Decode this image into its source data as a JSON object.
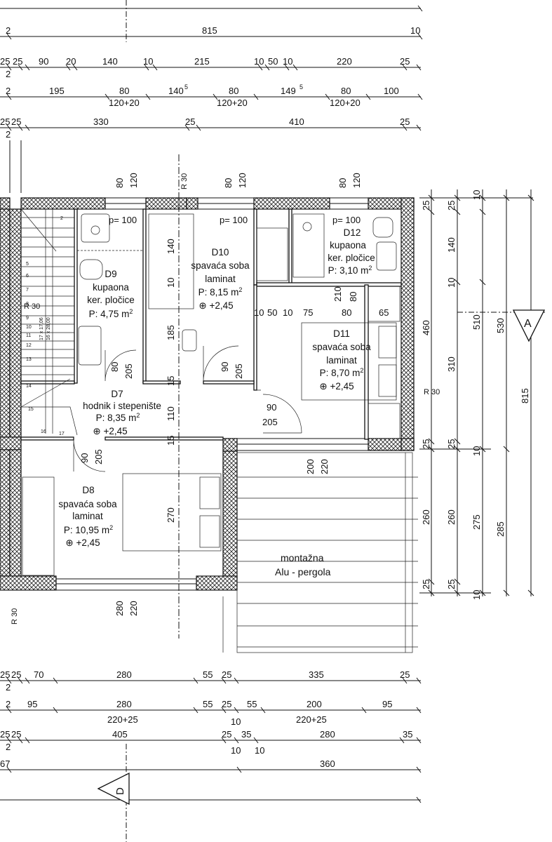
{
  "dimension_rows_top": {
    "row1": [
      "2",
      "815",
      "10"
    ],
    "row2": [
      "25",
      "25",
      "90",
      "20",
      "140",
      "10",
      "215",
      "10",
      "50",
      "10",
      "220",
      "25",
      "2"
    ],
    "row3": [
      "2",
      "195",
      "80",
      "140",
      "5",
      "80",
      "149",
      "5",
      "80",
      "100",
      "120+20",
      "120+20",
      "120+20"
    ],
    "row4": [
      "25",
      "25",
      "330",
      "25",
      "410",
      "25",
      "2"
    ]
  },
  "dimension_rows_bottom": {
    "row1": [
      "25",
      "25",
      "70",
      "280",
      "55",
      "25",
      "335",
      "25",
      "2"
    ],
    "row2": [
      "2",
      "95",
      "280",
      "55",
      "25",
      "55",
      "200",
      "95",
      "220+25",
      "10",
      "220+25"
    ],
    "row3": [
      "25",
      "25",
      "405",
      "25",
      "35",
      "280",
      "35",
      "2",
      "10",
      "10"
    ],
    "row4": [
      "67",
      "360"
    ]
  },
  "right_dims": {
    "col1": [
      "25",
      "460",
      "310",
      "25",
      "260",
      "25"
    ],
    "col2": [
      "25",
      "140",
      "10",
      "25",
      "260",
      "25"
    ],
    "col3": [
      "10",
      "510",
      "10",
      "275",
      "10"
    ],
    "col4": [
      "530",
      "285"
    ],
    "col5": [
      "815"
    ]
  },
  "interior_dims": [
    "80",
    "120",
    "80",
    "120",
    "80",
    "120",
    "140",
    "10",
    "185",
    "15",
    "110",
    "15",
    "270",
    "80",
    "205",
    "90",
    "205",
    "90",
    "205",
    "90",
    "205",
    "10",
    "50",
    "10",
    "75",
    "80",
    "65",
    "210",
    "80",
    "200",
    "220",
    "280",
    "220"
  ],
  "radius_labels": [
    "R 30",
    "R 30",
    "R 30",
    "R 30"
  ],
  "section_markers": [
    "A",
    "D"
  ],
  "rooms": [
    {
      "id": "D7",
      "name": "hodnik i stepenište",
      "area_prefix": "P: 8,35 m",
      "sup": "2",
      "level": "+2,45"
    },
    {
      "id": "D8",
      "name": "spavaća soba",
      "floor": "laminat",
      "area_prefix": "P: 10,95 m",
      "sup": "2",
      "level": "+2,45"
    },
    {
      "id": "D9",
      "name": "kupaona",
      "floor": "ker. pločice",
      "area_prefix": "P: 4,75 m",
      "sup": "2"
    },
    {
      "id": "D10",
      "name": "spavaća soba",
      "floor": "laminat",
      "area_prefix": "P: 8,15 m",
      "sup": "2",
      "level": "+2,45"
    },
    {
      "id": "D11",
      "name": "spavaća soba",
      "floor": "laminat",
      "area_prefix": "P: 8,70 m",
      "sup": "2",
      "level": "+2,45"
    },
    {
      "id": "D12",
      "name": "kupaona",
      "floor": "ker. pločice",
      "area_prefix": "P: 3,10 m",
      "sup": "2"
    }
  ],
  "sill_labels": [
    "p= 100",
    "p= 100",
    "p= 100"
  ],
  "stair_steps": [
    "2",
    "5",
    "6",
    "7",
    "8",
    "9",
    "10",
    "11",
    "12",
    "13",
    "14",
    "15",
    "16",
    "17"
  ],
  "stair_note": [
    "17 x 17,06",
    "16 x 28,00"
  ],
  "pergola": {
    "line1": "montažna",
    "line2": "Alu - pergola"
  },
  "level_symbol": "⊕"
}
